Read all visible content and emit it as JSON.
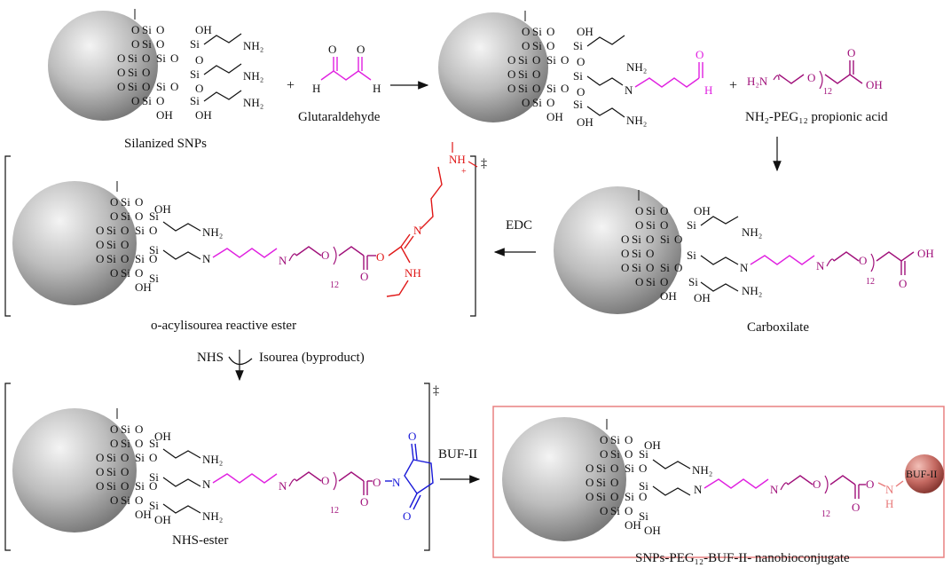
{
  "labels": {
    "silanized": "Silanized SNPs",
    "glutaraldehyde": "Glutaraldehyde",
    "peg_acid": "NH₂-PEG₁₂ propionic acid",
    "carboxilate": "Carboxilate",
    "edc": "EDC",
    "acylisourea": "o-acylisourea reactive ester",
    "nhs": "NHS",
    "isourea": "Isourea (byproduct)",
    "nhs_ester": "NHS-ester",
    "buf": "BUF-II",
    "conjugate": "SNPs-PEG₁₂-BUF-II- nanobioconjugate"
  },
  "atoms": {
    "si": "Si",
    "o": "O",
    "oh": "OH",
    "nh2": "NH₂",
    "n": "N",
    "h": "H",
    "nh": "NH",
    "nh_plus": "NH",
    "plus": "+",
    "h2n": "H₂N",
    "twelve": "12",
    "dagger": "‡",
    "buf_bead": "BUF-II"
  },
  "colors": {
    "magenta": "#e020e0",
    "purple": "#a0107a",
    "red": "#e01818",
    "blue": "#1a1ad8",
    "salmon": "#e87a7a",
    "box": "#e88080",
    "sphere": "#b8b8b8"
  }
}
